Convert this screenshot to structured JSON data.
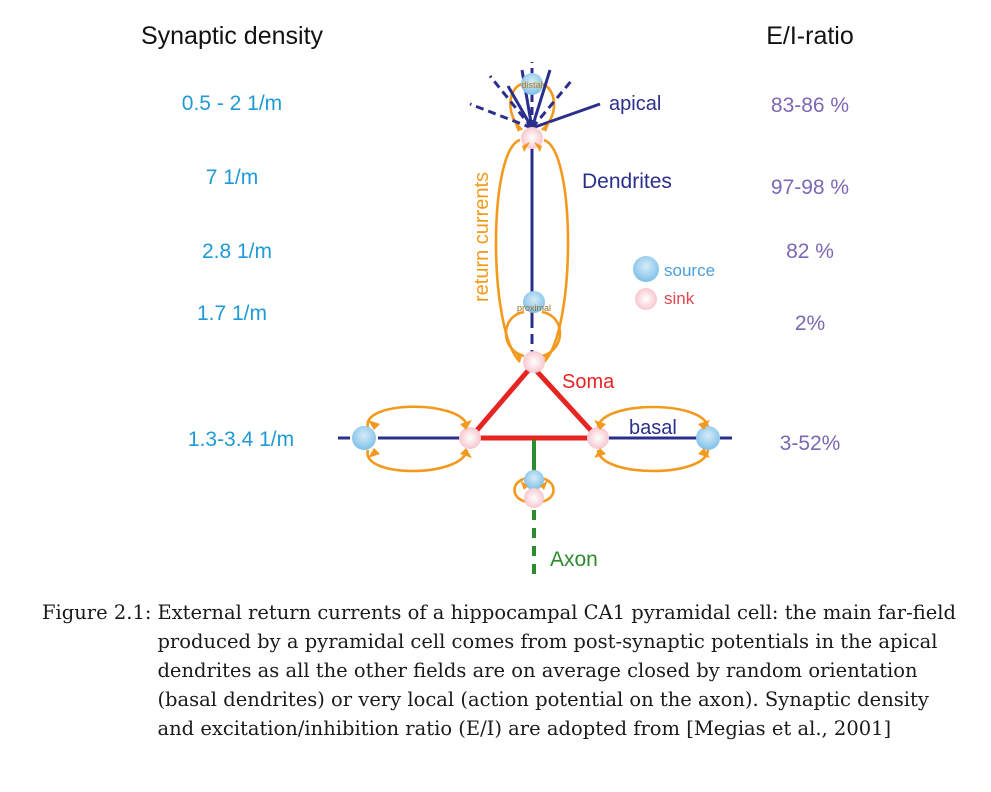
{
  "headers": {
    "synaptic_density": "Synaptic density",
    "ei_ratio": "E/I-ratio"
  },
  "rows": [
    {
      "density": "0.5 - 2 1/m",
      "ei": "83-86 %"
    },
    {
      "density": "7 1/m",
      "ei": "97-98 %"
    },
    {
      "density": "2.8 1/m",
      "ei": "82 %"
    },
    {
      "density": "1.7 1/m",
      "ei": "2%"
    },
    {
      "density": "1.3-3.4 1/m",
      "ei": "3-52%"
    }
  ],
  "labels": {
    "apical": "apical",
    "dendrites": "Dendrites",
    "return_currents": "return currents",
    "soma": "Soma",
    "basal": "basal",
    "axon": "Axon",
    "distal": "distal",
    "proximal": "proximal"
  },
  "legend": {
    "source": "source",
    "sink": "sink"
  },
  "colors": {
    "density_text": "#1e9ad6",
    "ei_text": "#7b68b4",
    "dendrite": "#2b2f8c",
    "soma": "#e52521",
    "axon": "#2e8b2e",
    "current": "#f39a1e",
    "source": "#8cc8ec",
    "sink": "#f7c9d0"
  },
  "caption": {
    "label": "Figure 2.1:",
    "text": "External return currents of a hippocampal CA1 pyramidal cell: the main far-field produced by a pyramidal cell comes from post-synaptic potentials in the apical dendrites as all the other fields are on average closed by random orientation (basal dendrites) or very local (action potential on the axon). Synaptic density and excitation/inhibition ratio (E/I) are adopted from [Megias et al., 2001]"
  }
}
